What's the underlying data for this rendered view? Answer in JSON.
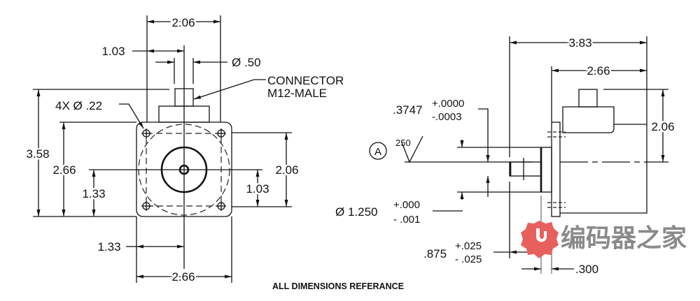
{
  "front_view": {
    "dim_top_width": "2.06",
    "dim_connector_offset": "1.03",
    "dim_connector_dia": "Ø .50",
    "connector_label_1": "CONNECTOR",
    "connector_label_2": "M12-MALE",
    "dim_holes": "4X Ø .22",
    "dim_overall_height": "3.58",
    "dim_plate_height": "2.66",
    "dim_center_height": "1.33",
    "dim_hole_spacing_v": "2.06",
    "dim_hole_half_v": "1.03",
    "dim_center_width": "1.33",
    "dim_plate_width": "2.66"
  },
  "side_view": {
    "dim_overall_length": "3.83",
    "dim_body_length": "2.66",
    "dim_body_height": "2.06",
    "shaft_dia": ".3747",
    "shaft_tol_plus": "+.0000",
    "shaft_tol_minus": "-.0003",
    "datum": "A",
    "surface_finish": "250",
    "pilot_dia": "Ø 1.250",
    "pilot_tol_plus": "+.000",
    "pilot_tol_minus": "- .001",
    "shaft_length": ".875",
    "shaft_len_tol_plus": "+.025",
    "shaft_len_tol_minus": "- .025",
    "pilot_length": ".300"
  },
  "note": "ALL DIMENSIONS REFERANCE",
  "watermark": {
    "text": "编码器之家",
    "logo_color": "#e8605e"
  }
}
